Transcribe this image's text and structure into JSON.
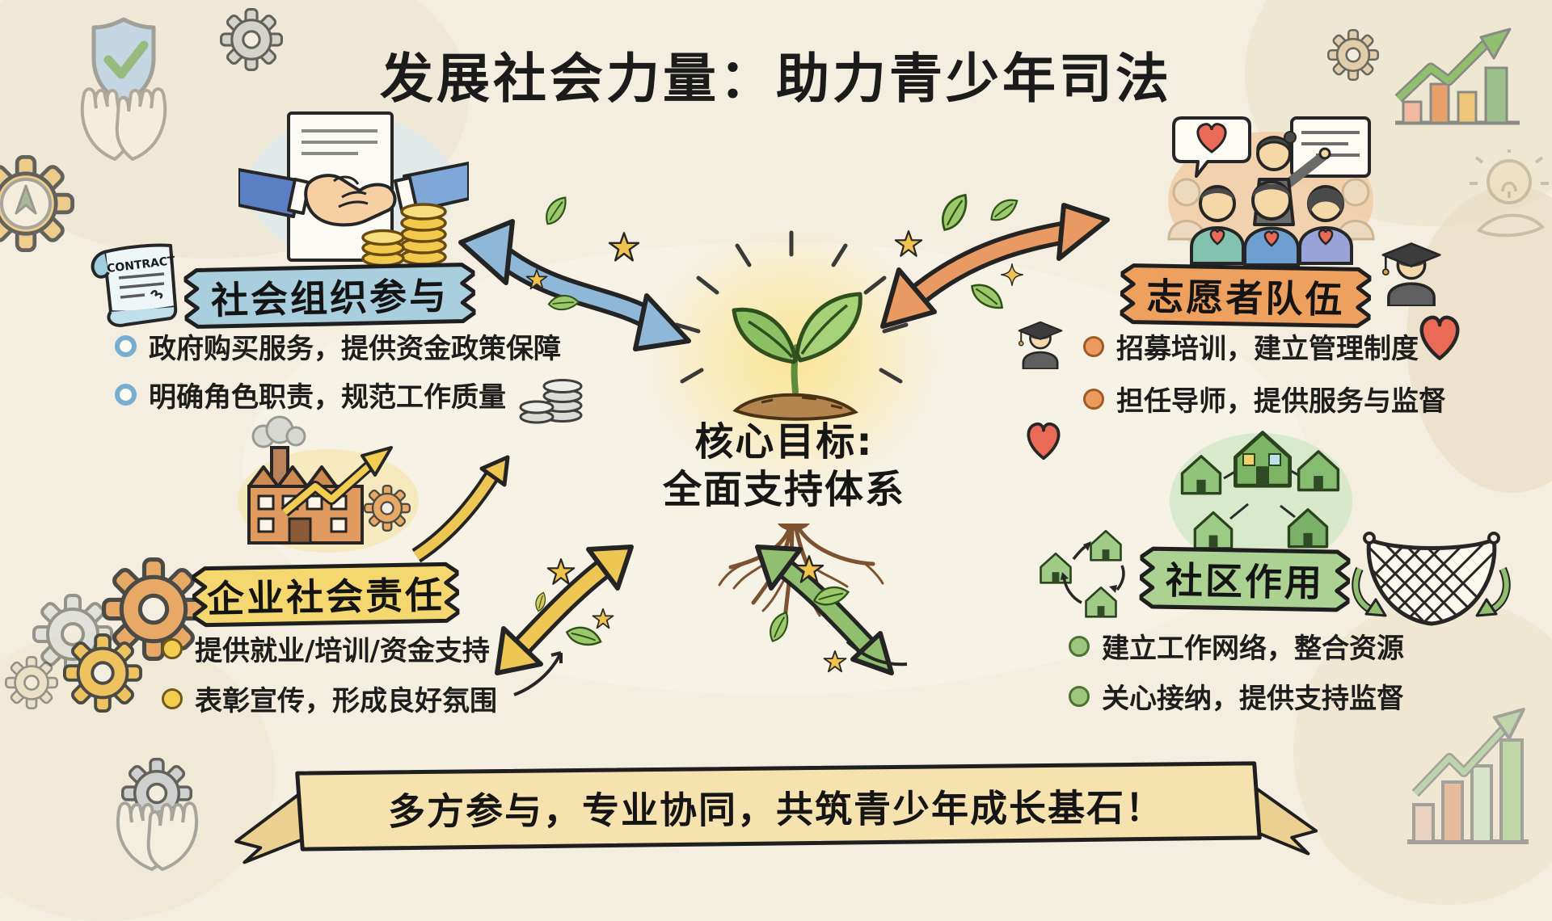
{
  "title": "发展社会力量：助力青少年司法",
  "center": {
    "line1": "核心目标:",
    "line2": "全面支持体系"
  },
  "sections": {
    "social_org": {
      "banner": "社会组织参与",
      "bullets": [
        "政府购买服务，提供资金政策保障",
        "明确角色职责，规范工作质量"
      ],
      "contract_label": "CONTRACT",
      "accent": "#a9cede"
    },
    "volunteer": {
      "banner": "志愿者队伍",
      "bullets": [
        "招募培训，建立管理制度",
        "担任导师，提供服务与监督"
      ],
      "accent": "#eea05f"
    },
    "enterprise": {
      "banner": "企业社会责任",
      "bullets": [
        "提供就业/培训/资金支持",
        "表彰宣传，形成良好氛围"
      ],
      "accent": "#f4d86f"
    },
    "community": {
      "banner": "社区作用",
      "bullets": [
        "建立工作网络，整合资源",
        "关心接纳，提供支持监督"
      ],
      "accent": "#abd193"
    }
  },
  "footer": {
    "banner": "多方参与，专业协同，共筑青少年成长基石！"
  },
  "colors": {
    "background": "#f3eedf",
    "ink": "#202020",
    "arrow_blue": "#8fb8d8",
    "arrow_orange": "#e99a62",
    "arrow_yellow": "#edc653",
    "arrow_green": "#8fbf6f"
  }
}
